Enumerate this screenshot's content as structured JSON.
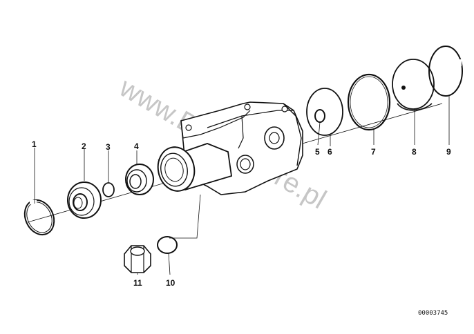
{
  "callouts": [
    {
      "id": "1",
      "label": "1"
    },
    {
      "id": "2",
      "label": "2"
    },
    {
      "id": "3",
      "label": "3"
    },
    {
      "id": "4",
      "label": "4"
    },
    {
      "id": "5",
      "label": "5"
    },
    {
      "id": "6",
      "label": "6"
    },
    {
      "id": "7",
      "label": "7"
    },
    {
      "id": "8",
      "label": "8"
    },
    {
      "id": "9",
      "label": "9"
    },
    {
      "id": "10",
      "label": "10"
    },
    {
      "id": "11",
      "label": "11"
    }
  ],
  "reference_number": "00003745",
  "watermark": "www.BMW-store.pl",
  "colors": {
    "ink": "#111111",
    "paper": "#ffffff"
  }
}
